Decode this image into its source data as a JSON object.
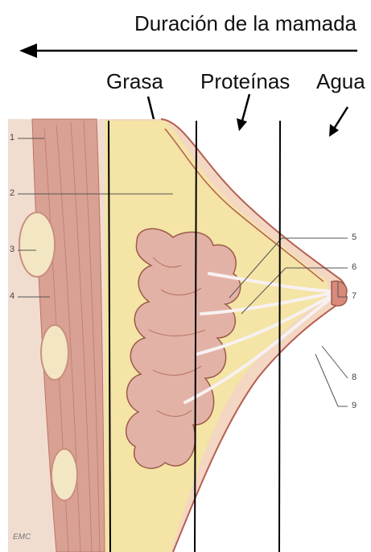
{
  "header": {
    "title": "Duración de la mamada"
  },
  "zones": {
    "fat_label": "Grasa",
    "protein_label": "Proteínas",
    "water_label": "Agua"
  },
  "anatomy_labels": [
    "1",
    "2",
    "3",
    "4",
    "5",
    "6",
    "7",
    "8",
    "9"
  ],
  "logo": "EMC",
  "colors": {
    "muscle": "#d9a194",
    "muscle_dark": "#b97463",
    "skin": "#f3d7c2",
    "fat": "#f3e6a0",
    "gland": "#e3b2a6",
    "gland_outline": "#9c5a4b",
    "duct": "#f7f1f2",
    "outline": "#b55e52"
  }
}
